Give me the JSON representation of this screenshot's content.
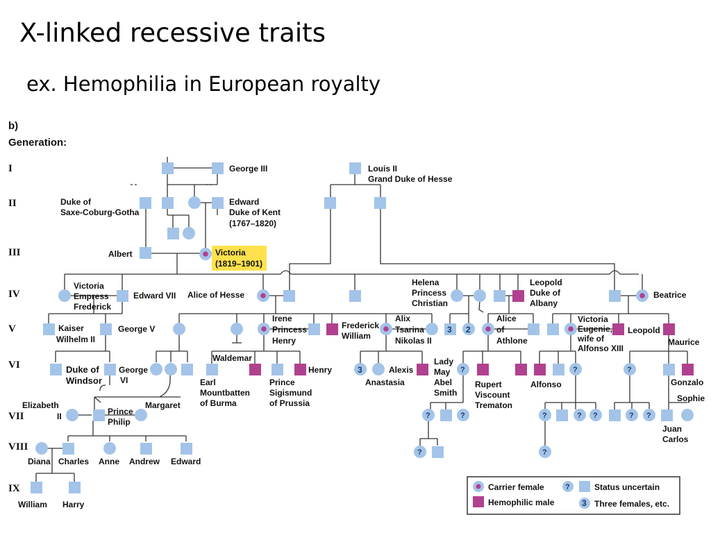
{
  "title": "X-linked recessive traits",
  "subtitle": "ex. Hemophilia in European royalty",
  "panel": "b)",
  "generation_header": "Generation:",
  "generations": [
    "I",
    "II",
    "III",
    "IV",
    "V",
    "VI",
    "VII",
    "VIII",
    "IX"
  ],
  "people": {
    "george3": "George III",
    "louis2": "Louis II",
    "grand_duke": "Grand Duke of Hesse",
    "duke_saxe1": "Duke of",
    "duke_saxe2": "Saxe-Coburg-Gotha",
    "edward_kent1": "Edward",
    "edward_kent2": "Duke of Kent",
    "edward_kent3": "(1767–1820)",
    "albert": "Albert",
    "victoria": "Victoria",
    "victoria_years": "(1819–1901)",
    "empress1": "Victoria",
    "empress2": "Empress",
    "empress3": "Frederick",
    "edward7": "Edward VII",
    "alice_hesse": "Alice of Hesse",
    "helena1": "Helena",
    "helena2": "Princess",
    "helena3": "Christian",
    "leopold_albany1": "Leopold",
    "leopold_albany2": "Duke of",
    "leopold_albany3": "Albany",
    "beatrice": "Beatrice",
    "kaiser1": "Kaiser",
    "kaiser2": "Wilhelm II",
    "george5": "George V",
    "irene1": "Irene",
    "irene2": "Princess",
    "irene3": "Henry",
    "frederick1": "Frederick",
    "frederick2": "William",
    "alix1": "Alix",
    "alix2": "Tsarina",
    "alix3": "Nikolas II",
    "alice_athlone1": "Alice",
    "alice_athlone2": "of",
    "alice_athlone3": "Athlone",
    "vic_eug1": "Victoria",
    "vic_eug2": "Eugenie,",
    "vic_eug3": "wife of",
    "vic_eug4": "Alfonso XIII",
    "leopold": "Leopold",
    "maurice": "Maurice",
    "windsor1": "Duke of",
    "windsor2": "Windsor",
    "george6a": "George",
    "george6b": "VI",
    "waldemar": "Waldemar",
    "henry": "Henry",
    "earl1": "Earl",
    "earl2": "Mountbatten",
    "earl3": "of Burma",
    "sigis1": "Prince",
    "sigis2": "Sigismund",
    "sigis3": "of Prussia",
    "anastasia": "Anastasia",
    "alexis": "Alexis",
    "lady1": "Lady",
    "lady2": "May",
    "lady3": "Abel",
    "lady4": "Smith",
    "rupert1": "Rupert",
    "rupert2": "Viscount",
    "rupert3": "Trematon",
    "alfonso": "Alfonso",
    "gonzalo": "Gonzalo",
    "sophie": "Sophie",
    "juan1": "Juan",
    "juan2": "Carlos",
    "elizabeth1": "Elizabeth",
    "elizabeth2": "II",
    "philip1": "Prince",
    "philip2": "Philip",
    "margaret": "Margaret",
    "diana": "Diana",
    "charles": "Charles",
    "anne": "Anne",
    "andrew": "Andrew",
    "edward": "Edward",
    "william": "William",
    "harry": "Harry"
  },
  "counts": {
    "three": "3",
    "two": "2",
    "q": "?"
  },
  "legend": {
    "carrier": "Carrier female",
    "hemophilic": "Hemophilic male",
    "uncertain": "Status uncertain",
    "three_females": "Three females, etc.",
    "q": "?",
    "three": "3"
  },
  "colors": {
    "unaffected": "#a3c4e8",
    "hemophilic": "#b0418f",
    "highlight": "#ffe14d"
  }
}
